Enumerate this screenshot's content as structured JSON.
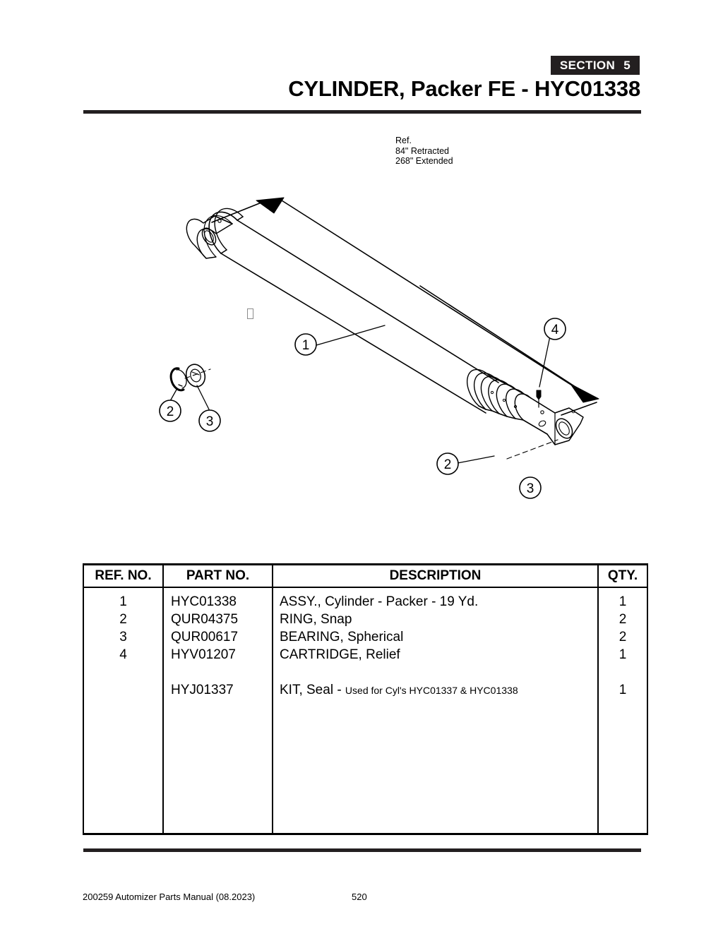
{
  "header": {
    "section_label": "SECTION",
    "section_number": "5",
    "title": "CYLINDER, Packer FE - HYC01338"
  },
  "figure": {
    "ref_note_lines": [
      "Ref.",
      "84\" Retracted",
      "268\" Extended"
    ],
    "callouts": [
      {
        "id": "callout-2-upper",
        "label": "2"
      },
      {
        "id": "callout-3-upper",
        "label": "3"
      },
      {
        "id": "callout-1",
        "label": "1"
      },
      {
        "id": "callout-4",
        "label": "4"
      },
      {
        "id": "callout-2-lower",
        "label": "2"
      },
      {
        "id": "callout-3-lower",
        "label": "3"
      }
    ]
  },
  "table": {
    "columns": [
      "REF. NO.",
      "PART NO.",
      "DESCRIPTION",
      "QTY."
    ],
    "rows": [
      {
        "ref": "1",
        "part": "HYC01338",
        "desc": "ASSY., Cylinder - Packer - 19 Yd.",
        "desc_note": "",
        "qty": "1"
      },
      {
        "ref": "2",
        "part": "QUR04375",
        "desc": "RING, Snap",
        "desc_note": "",
        "qty": "2"
      },
      {
        "ref": "3",
        "part": "QUR00617",
        "desc": "BEARING, Spherical",
        "desc_note": "",
        "qty": "2"
      },
      {
        "ref": "4",
        "part": "HYV01207",
        "desc": "CARTRIDGE, Relief",
        "desc_note": "",
        "qty": "1"
      },
      {
        "ref": "",
        "part": "",
        "desc": "",
        "desc_note": "",
        "qty": ""
      },
      {
        "ref": "",
        "part": "HYJ01337",
        "desc": "KIT, Seal - ",
        "desc_note": "Used for Cyl's HYC01337 & HYC01338",
        "qty": "1"
      }
    ]
  },
  "footer": {
    "document": "200259 Automizer Parts Manual (08.2023)",
    "page": "520"
  },
  "colors": {
    "ink": "#231f20",
    "line": "#000000",
    "paper": "#ffffff"
  }
}
